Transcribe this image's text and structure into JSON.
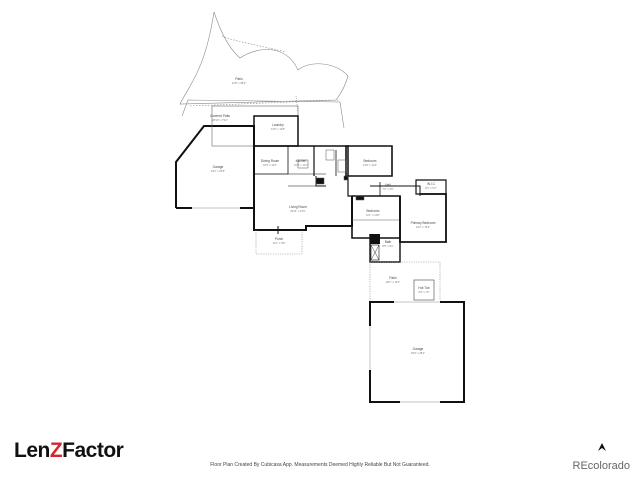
{
  "rooms": {
    "patio_top": {
      "name": "Patio",
      "dims": "44'8\" x 28'4\""
    },
    "covered_patio": {
      "name": "Covered Patio",
      "dims": "28'10\" x 7'10\""
    },
    "laundry": {
      "name": "Laundry",
      "dims": "13'6\" x 11'8\""
    },
    "garage_left": {
      "name": "Garage",
      "dims": "23'2\" x 23'5\""
    },
    "dining_room": {
      "name": "Dining Room",
      "dims": "10'5\" x 11'2\""
    },
    "kitchen": {
      "name": "Kitchen",
      "dims": "15'8\" x 11'1\""
    },
    "bedroom_top": {
      "name": "Bedroom",
      "dims": "13'9\" x 11'2\""
    },
    "hall": {
      "name": "Hall",
      "dims": "7'2\" x 3'5\""
    },
    "wic": {
      "name": "W.I.C",
      "dims": "8'1\" x 5'1\""
    },
    "living_room": {
      "name": "Living Room",
      "dims": "20'11\" x 15'0\""
    },
    "bedroom_mid": {
      "name": "Bedroom",
      "dims": "11'1\" x 10'0\""
    },
    "primary_bedroom": {
      "name": "Primary Bedroom",
      "dims": "13'2\" x 15'0\""
    },
    "porch": {
      "name": "Porch",
      "dims": "14'1\" x 5'9\""
    },
    "bath": {
      "name": "Bath",
      "dims": "8'5\" x 5'1\""
    },
    "patio_mid": {
      "name": "Patio",
      "dims": "28'1\" x 15'4\""
    },
    "hot_tub": {
      "name": "Hot Tub",
      "dims": "6'0\" x 7'0\""
    },
    "garage_big": {
      "name": "Garage",
      "dims": "29'9\" x 28'1\""
    }
  },
  "brand": {
    "prefix": "Len",
    "z": "Z",
    "suffix": "Factor"
  },
  "disclaimer": "Floor Plan Created By Cubicasa App. Measurements Deemed Highly Reliable But Not Guaranteed.",
  "credit": "REcolorado",
  "icons": {
    "compass": "north-arrow-icon"
  },
  "colors": {
    "wall": "#111111",
    "brand_z": "#d6262b"
  }
}
